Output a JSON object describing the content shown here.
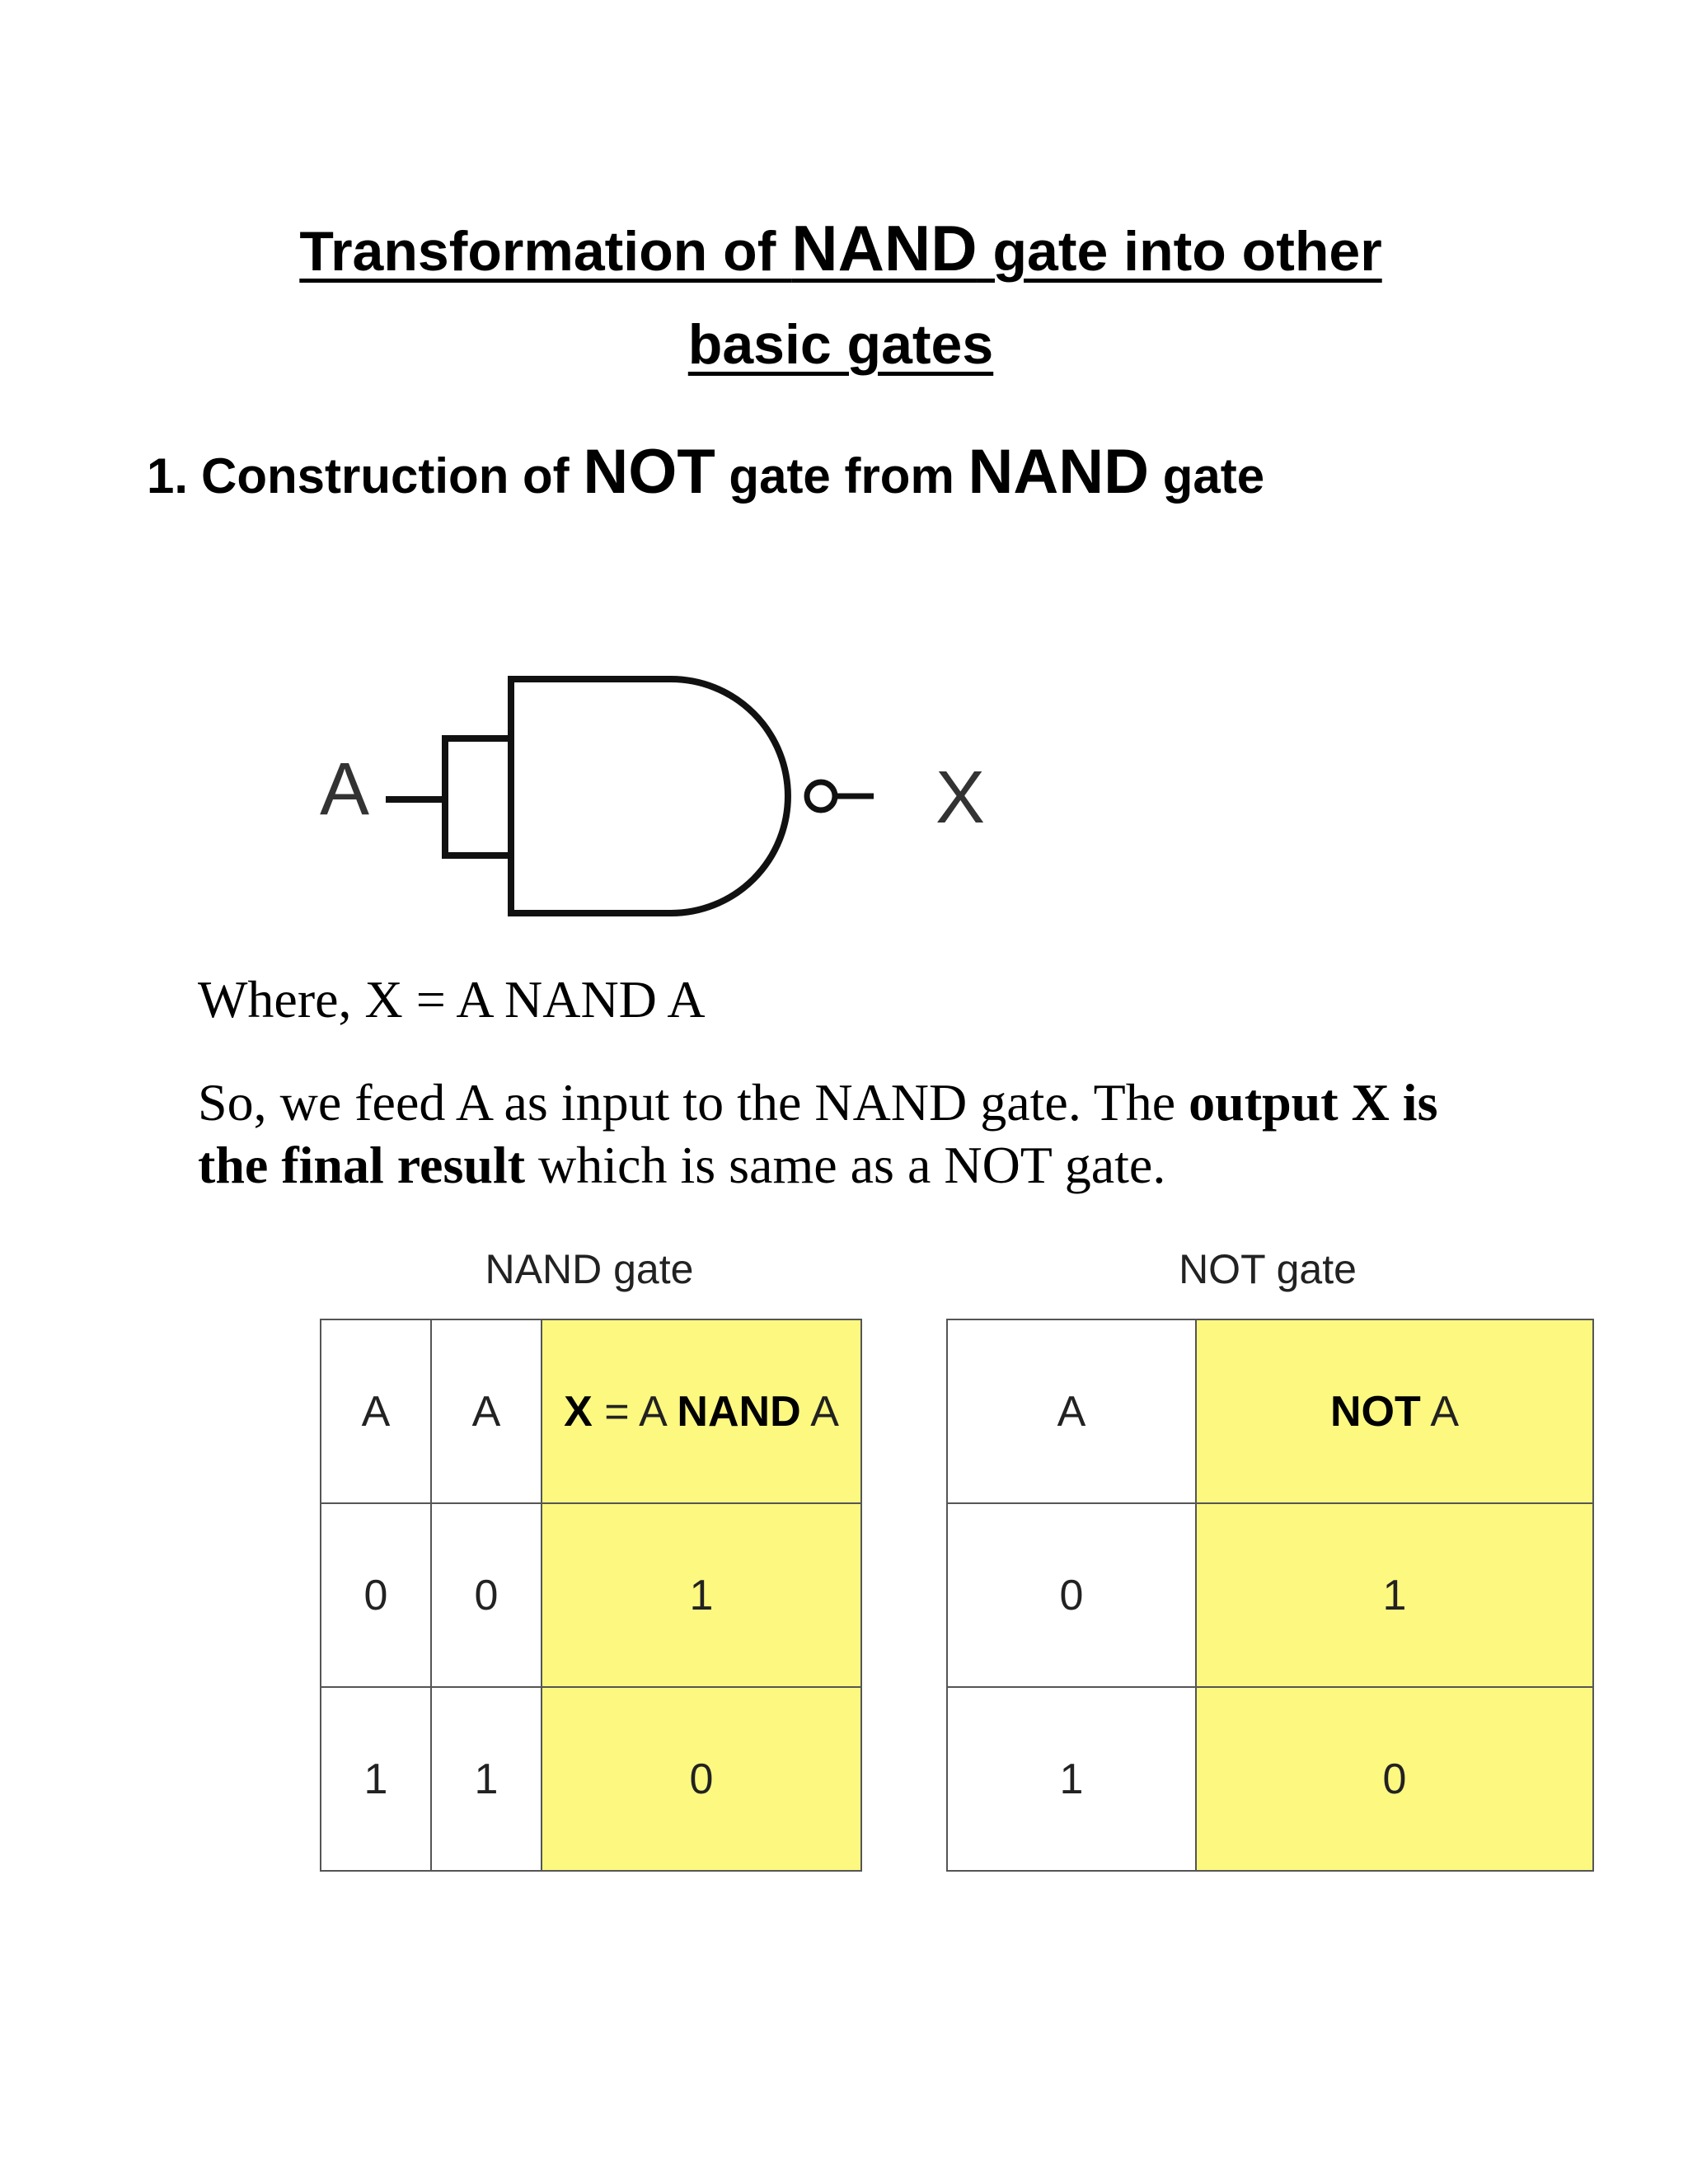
{
  "title": {
    "line1_part1": "Transformation of ",
    "line1_emph": "NAND",
    "line1_part2": " gate into other",
    "line2": "basic gates"
  },
  "section": {
    "number": "1.",
    "text1": "Construction of ",
    "emph1": "NOT",
    "text2": " gate from ",
    "emph2": "NAND",
    "text3": " gate"
  },
  "diagram": {
    "input_label": "A",
    "output_label": "X",
    "icon": "nand-gate-icon"
  },
  "where_line": "Where, X = A NAND A",
  "explanation": {
    "part1": "So, we feed A as input to the NAND gate. The ",
    "bold1": "output X",
    "part2": " ",
    "bold2": "is the final result",
    "part3": " which is same as a NOT gate."
  },
  "nand_table": {
    "caption": "NAND gate",
    "headers": {
      "col1": "A",
      "col2": "A",
      "col3_bold1": "X",
      "col3_mid": " = A ",
      "col3_bold2": "NAND",
      "col3_end": " A"
    },
    "rows": [
      [
        "0",
        "0",
        "1"
      ],
      [
        "1",
        "1",
        "0"
      ]
    ]
  },
  "not_table": {
    "caption": "NOT gate",
    "headers": {
      "col1": "A",
      "col2_bold": "NOT",
      "col2_end": " A"
    },
    "rows": [
      [
        "0",
        "1"
      ],
      [
        "1",
        "0"
      ]
    ]
  },
  "colors": {
    "highlight": "#fcf880",
    "border": "#555555"
  }
}
